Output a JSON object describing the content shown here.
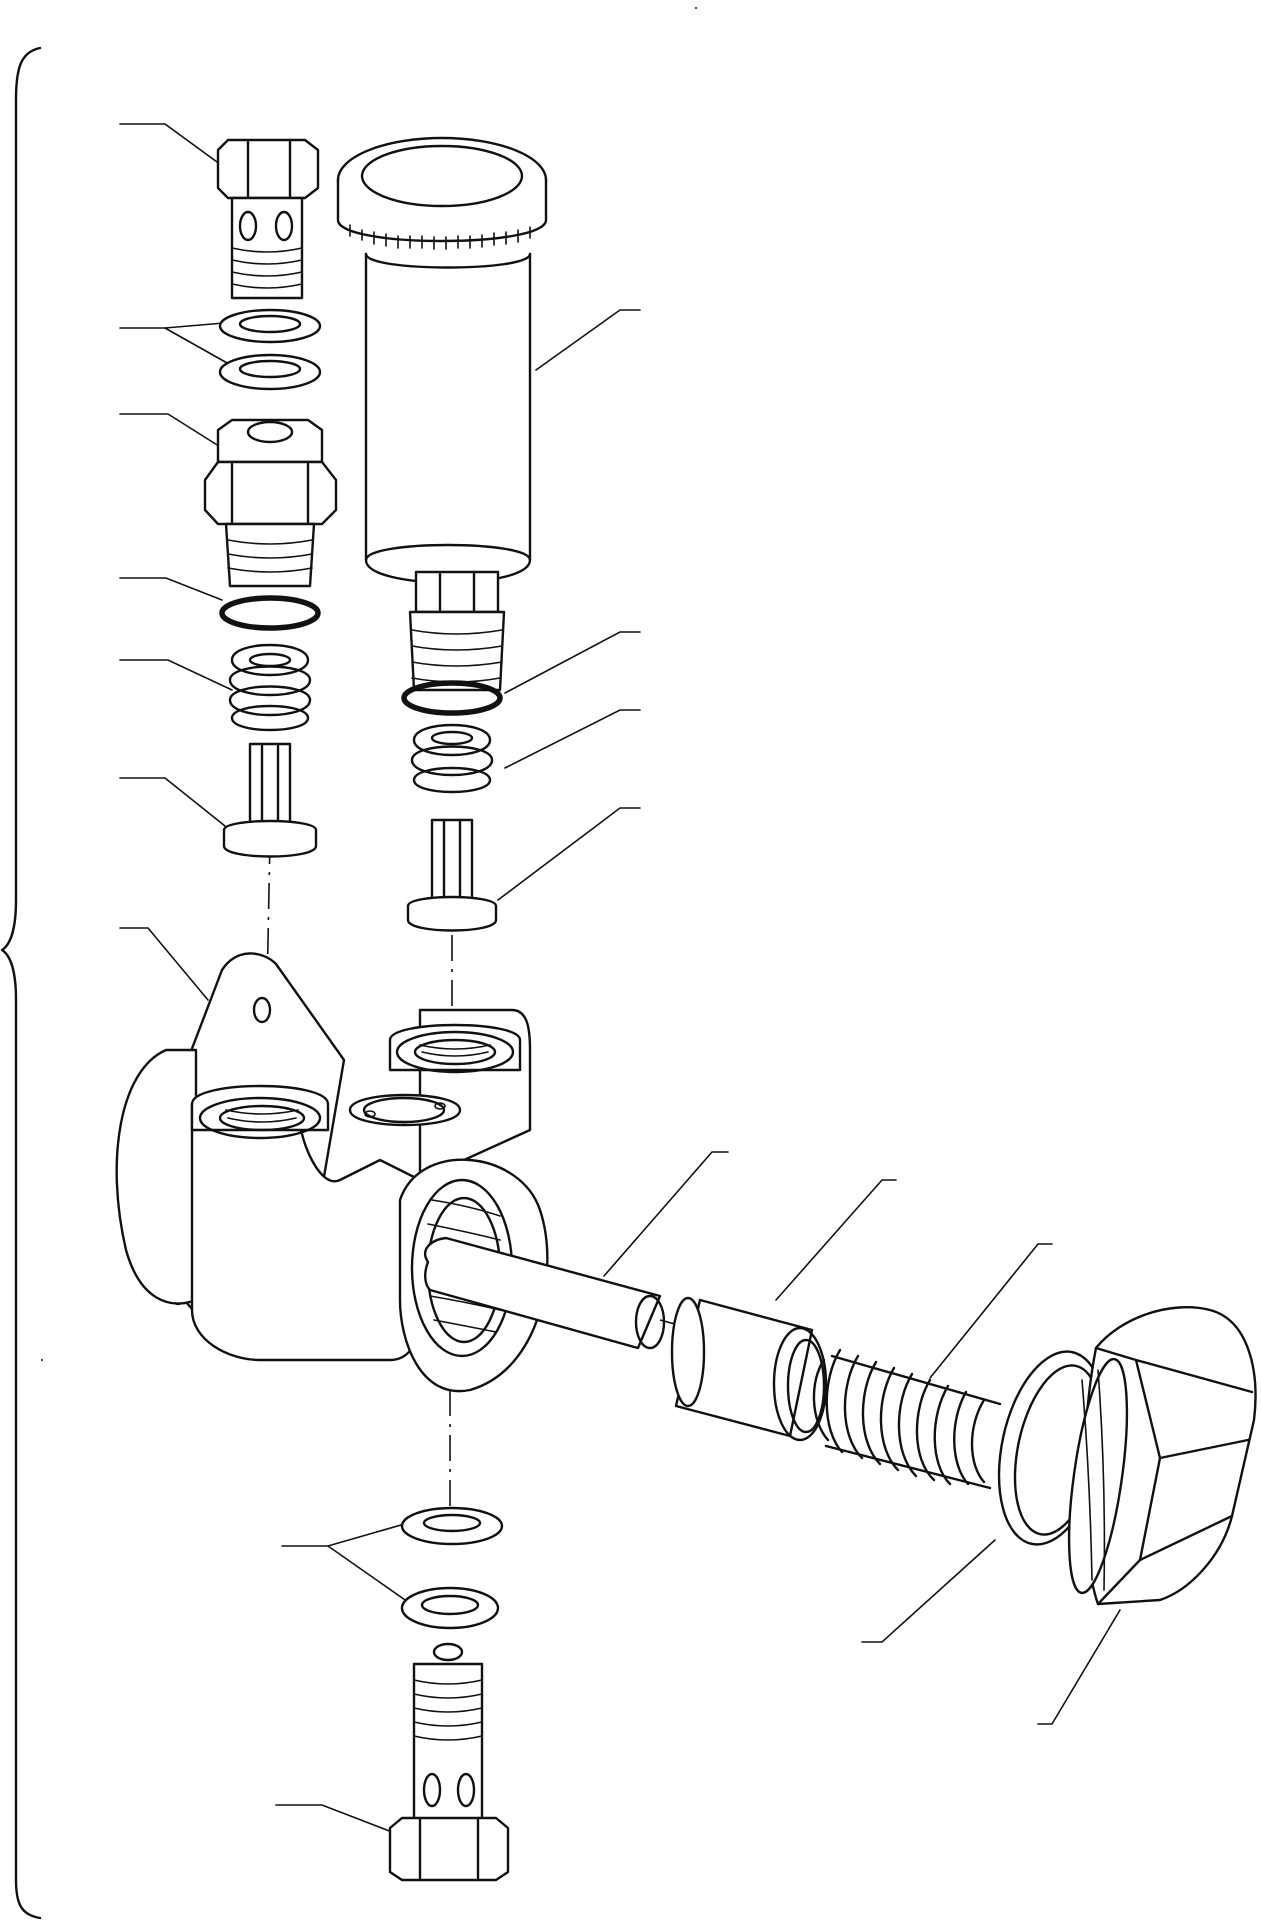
{
  "diagram": {
    "kind": "exploded-parts-view",
    "line_color": "#111111",
    "background": "#ffffff",
    "parts": [
      {
        "id": "banjo-bolt-top",
        "callout_lines": 1
      },
      {
        "id": "washers-top",
        "callout_lines": 2
      },
      {
        "id": "outlet-fitting",
        "callout_lines": 1
      },
      {
        "id": "o-ring-left",
        "callout_lines": 1
      },
      {
        "id": "spring-left",
        "callout_lines": 1
      },
      {
        "id": "check-valve-left",
        "callout_lines": 1
      },
      {
        "id": "pump-body",
        "callout_lines": 1
      },
      {
        "id": "priming-pump",
        "callout_lines": 1
      },
      {
        "id": "o-ring-right",
        "callout_lines": 1
      },
      {
        "id": "spring-right",
        "callout_lines": 1
      },
      {
        "id": "check-valve-right",
        "callout_lines": 1
      },
      {
        "id": "push-rod",
        "callout_lines": 1
      },
      {
        "id": "piston",
        "callout_lines": 1
      },
      {
        "id": "piston-spring",
        "callout_lines": 1
      },
      {
        "id": "gasket-large",
        "callout_lines": 1
      },
      {
        "id": "plug",
        "callout_lines": 1
      },
      {
        "id": "washers-bottom",
        "callout_lines": 2
      },
      {
        "id": "banjo-bolt-bottom",
        "callout_lines": 1
      }
    ]
  }
}
